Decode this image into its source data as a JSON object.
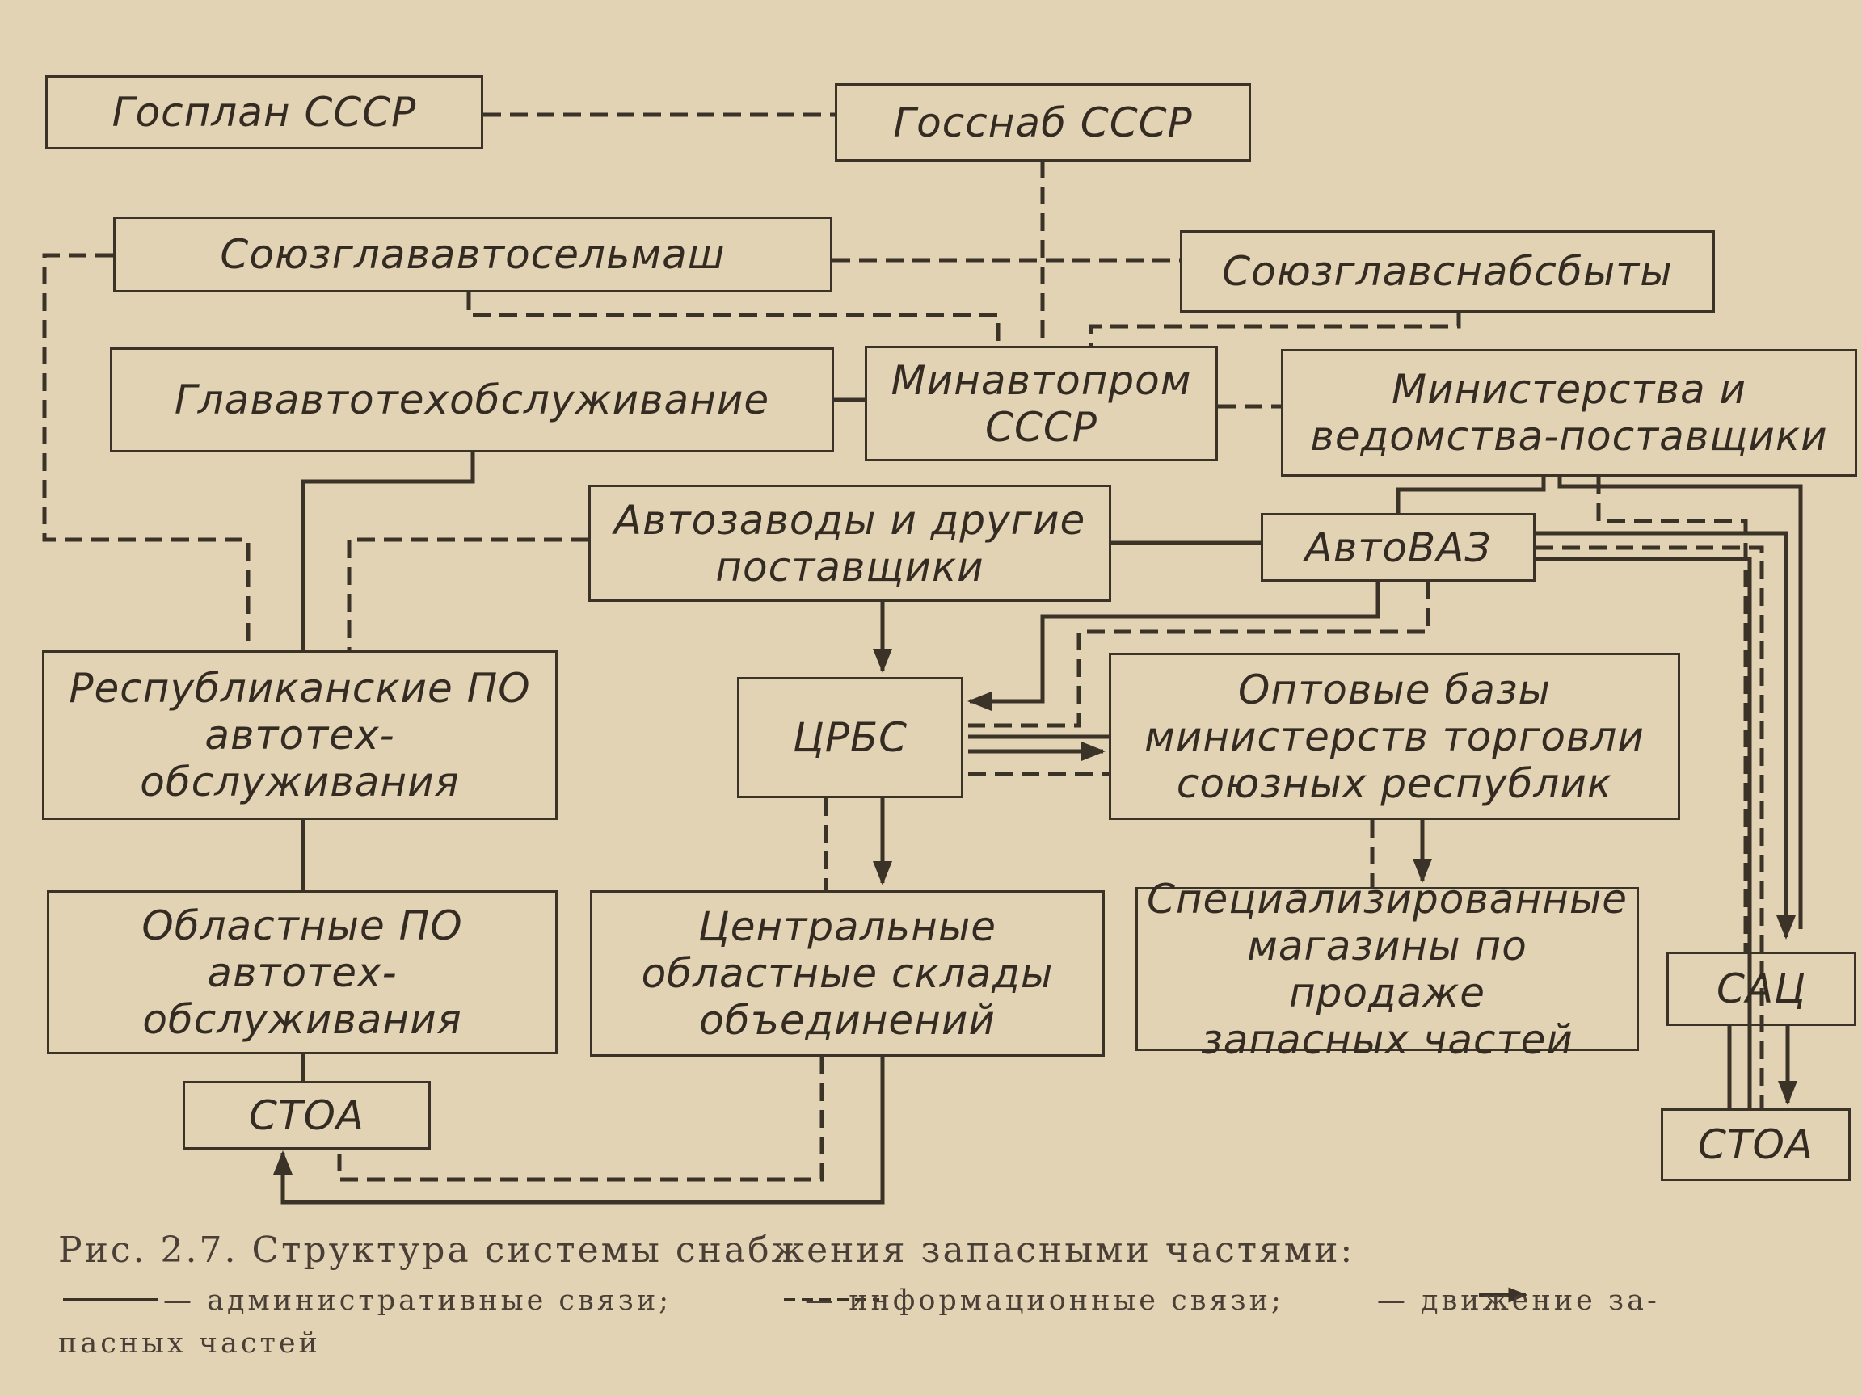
{
  "boxes": {
    "gosplan": "Госплан СССР",
    "gossnab": "Госснаб СССР",
    "soyuzglavavto": "Союзглававтосельмаш",
    "soyuzglavsnab": "Союзглавснабсбыты",
    "glavavtotekh": "Глававтотехобслуживание",
    "minavtoprom": "Минавтопром\nСССР",
    "ministries": "Министерства и\nведомства-поставщики",
    "avtozavody": "Автозаводы и другие\nпоставщики",
    "avtovaz": "АвтоВАЗ",
    "respublikanskie": "Республиканские ПО\nавтотех-\nобслуживания",
    "crbs": "ЦРБС",
    "optovye": "Оптовые базы\nминистерств торговли\nсоюзных республик",
    "oblastnye": "Областные ПО\nавтотех-\nобслуживания",
    "centralnye": "Центральные\nобластные склады\nобъединений",
    "specmag": "Специализированные\nмагазины по продаже\nзапасных частей",
    "sac": "САЦ",
    "stoa_left": "СТОА",
    "stoa_right": "СТОА"
  },
  "caption": {
    "title": "Рис. 2.7. Структура системы снабжения запасными частями:",
    "legend_admin": "— административные связи;",
    "legend_info": "— информационные связи;",
    "legend_move_a": "— движение за-",
    "legend_move_b": "пасных частей"
  }
}
